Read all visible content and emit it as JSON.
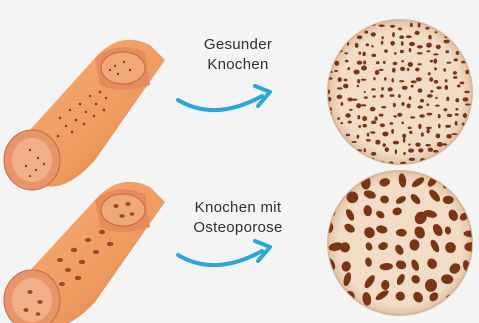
{
  "rows": [
    {
      "caption_lines": [
        "Gesunder",
        "Knochen"
      ],
      "bone_state": "healthy"
    },
    {
      "caption_lines": [
        "Knochen mit",
        "Osteoporose"
      ],
      "bone_state": "osteoporosis"
    }
  ],
  "colors": {
    "background": "#f4f4f4",
    "bone_surface": "#f0a06a",
    "bone_shadow": "#d97a45",
    "bone_inner": "#e8906a",
    "pore": "#8a3f1f",
    "magnified_bg": "#f1d9c2",
    "arrow": "#2aa6d8",
    "text": "#2f2f2f"
  },
  "icons": [
    "bone-segment-icon",
    "curved-arrow-icon",
    "magnified-bone-tissue-icon"
  ]
}
